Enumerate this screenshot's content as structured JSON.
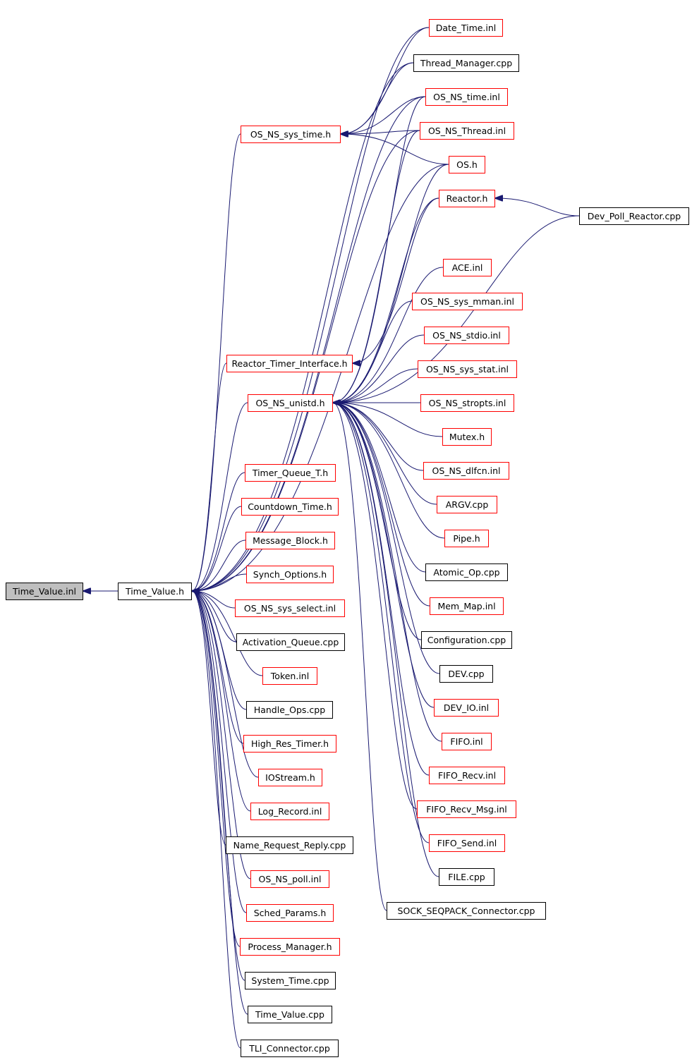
{
  "colors": {
    "edge": "#191970",
    "border_red": "#ff0000",
    "border_black": "#000000",
    "root_fill": "#bfbfbf",
    "node_fill": "#ffffff"
  },
  "root": {
    "id": "time_value_inl",
    "label": "Time_Value.inl"
  },
  "nodes": [
    {
      "id": "time_value_inl",
      "label": "Time_Value.inl",
      "style": "root"
    },
    {
      "id": "time_value_h",
      "label": "Time_Value.h",
      "style": "black"
    },
    {
      "id": "date_time_inl",
      "label": "Date_Time.inl",
      "style": "red"
    },
    {
      "id": "thread_manager_cpp",
      "label": "Thread_Manager.cpp",
      "style": "black"
    },
    {
      "id": "os_ns_time_inl",
      "label": "OS_NS_time.inl",
      "style": "red"
    },
    {
      "id": "os_ns_thread_inl",
      "label": "OS_NS_Thread.inl",
      "style": "red"
    },
    {
      "id": "os_h",
      "label": "OS.h",
      "style": "red"
    },
    {
      "id": "reactor_h",
      "label": "Reactor.h",
      "style": "red"
    },
    {
      "id": "dev_poll_reactor_cpp",
      "label": "Dev_Poll_Reactor.cpp",
      "style": "black"
    },
    {
      "id": "ace_inl",
      "label": "ACE.inl",
      "style": "red"
    },
    {
      "id": "os_ns_sys_mman_inl",
      "label": "OS_NS_sys_mman.inl",
      "style": "red"
    },
    {
      "id": "os_ns_stdio_inl",
      "label": "OS_NS_stdio.inl",
      "style": "red"
    },
    {
      "id": "os_ns_sys_stat_inl",
      "label": "OS_NS_sys_stat.inl",
      "style": "red"
    },
    {
      "id": "os_ns_stropts_inl",
      "label": "OS_NS_stropts.inl",
      "style": "red"
    },
    {
      "id": "mutex_h",
      "label": "Mutex.h",
      "style": "red"
    },
    {
      "id": "os_ns_dlfcn_inl",
      "label": "OS_NS_dlfcn.inl",
      "style": "red"
    },
    {
      "id": "argv_cpp",
      "label": "ARGV.cpp",
      "style": "red"
    },
    {
      "id": "pipe_h",
      "label": "Pipe.h",
      "style": "red"
    },
    {
      "id": "atomic_op_cpp",
      "label": "Atomic_Op.cpp",
      "style": "black"
    },
    {
      "id": "mem_map_inl",
      "label": "Mem_Map.inl",
      "style": "red"
    },
    {
      "id": "configuration_cpp",
      "label": "Configuration.cpp",
      "style": "black"
    },
    {
      "id": "dev_cpp",
      "label": "DEV.cpp",
      "style": "black"
    },
    {
      "id": "dev_io_inl",
      "label": "DEV_IO.inl",
      "style": "red"
    },
    {
      "id": "fifo_inl",
      "label": "FIFO.inl",
      "style": "red"
    },
    {
      "id": "fifo_recv_inl",
      "label": "FIFO_Recv.inl",
      "style": "red"
    },
    {
      "id": "fifo_recv_msg_inl",
      "label": "FIFO_Recv_Msg.inl",
      "style": "red"
    },
    {
      "id": "fifo_send_inl",
      "label": "FIFO_Send.inl",
      "style": "red"
    },
    {
      "id": "file_cpp",
      "label": "FILE.cpp",
      "style": "black"
    },
    {
      "id": "sock_seqpack_connector_cpp",
      "label": "SOCK_SEQPACK_Connector.cpp",
      "style": "black"
    },
    {
      "id": "os_ns_sys_time_h",
      "label": "OS_NS_sys_time.h",
      "style": "red"
    },
    {
      "id": "reactor_timer_interface_h",
      "label": "Reactor_Timer_Interface.h",
      "style": "red"
    },
    {
      "id": "os_ns_unistd_h",
      "label": "OS_NS_unistd.h",
      "style": "red"
    },
    {
      "id": "timer_queue_t_h",
      "label": "Timer_Queue_T.h",
      "style": "red"
    },
    {
      "id": "countdown_time_h",
      "label": "Countdown_Time.h",
      "style": "red"
    },
    {
      "id": "message_block_h",
      "label": "Message_Block.h",
      "style": "red"
    },
    {
      "id": "synch_options_h",
      "label": "Synch_Options.h",
      "style": "red"
    },
    {
      "id": "os_ns_sys_select_inl",
      "label": "OS_NS_sys_select.inl",
      "style": "red"
    },
    {
      "id": "activation_queue_cpp",
      "label": "Activation_Queue.cpp",
      "style": "black"
    },
    {
      "id": "token_inl",
      "label": "Token.inl",
      "style": "red"
    },
    {
      "id": "handle_ops_cpp",
      "label": "Handle_Ops.cpp",
      "style": "black"
    },
    {
      "id": "high_res_timer_h",
      "label": "High_Res_Timer.h",
      "style": "red"
    },
    {
      "id": "iostream_h",
      "label": "IOStream.h",
      "style": "red"
    },
    {
      "id": "log_record_inl",
      "label": "Log_Record.inl",
      "style": "red"
    },
    {
      "id": "name_request_reply_cpp",
      "label": "Name_Request_Reply.cpp",
      "style": "black"
    },
    {
      "id": "os_ns_poll_inl",
      "label": "OS_NS_poll.inl",
      "style": "red"
    },
    {
      "id": "sched_params_h",
      "label": "Sched_Params.h",
      "style": "red"
    },
    {
      "id": "process_manager_h",
      "label": "Process_Manager.h",
      "style": "red"
    },
    {
      "id": "system_time_cpp",
      "label": "System_Time.cpp",
      "style": "black"
    },
    {
      "id": "time_value_cpp",
      "label": "Time_Value.cpp",
      "style": "black"
    },
    {
      "id": "tli_connector_cpp",
      "label": "TLI_Connector.cpp",
      "style": "black"
    }
  ],
  "edges": [
    {
      "from": "time_value_h",
      "to": "time_value_inl"
    },
    {
      "from": "date_time_inl",
      "to": "time_value_h"
    },
    {
      "from": "thread_manager_cpp",
      "to": "time_value_h"
    },
    {
      "from": "os_ns_time_inl",
      "to": "time_value_h"
    },
    {
      "from": "os_ns_thread_inl",
      "to": "time_value_h"
    },
    {
      "from": "os_h",
      "to": "time_value_h"
    },
    {
      "from": "os_ns_sys_time_h",
      "to": "time_value_h"
    },
    {
      "from": "reactor_timer_interface_h",
      "to": "time_value_h"
    },
    {
      "from": "os_ns_unistd_h",
      "to": "time_value_h"
    },
    {
      "from": "timer_queue_t_h",
      "to": "time_value_h"
    },
    {
      "from": "countdown_time_h",
      "to": "time_value_h"
    },
    {
      "from": "message_block_h",
      "to": "time_value_h"
    },
    {
      "from": "synch_options_h",
      "to": "time_value_h"
    },
    {
      "from": "os_ns_sys_select_inl",
      "to": "time_value_h"
    },
    {
      "from": "activation_queue_cpp",
      "to": "time_value_h"
    },
    {
      "from": "token_inl",
      "to": "time_value_h"
    },
    {
      "from": "handle_ops_cpp",
      "to": "time_value_h"
    },
    {
      "from": "high_res_timer_h",
      "to": "time_value_h"
    },
    {
      "from": "iostream_h",
      "to": "time_value_h"
    },
    {
      "from": "log_record_inl",
      "to": "time_value_h"
    },
    {
      "from": "name_request_reply_cpp",
      "to": "time_value_h"
    },
    {
      "from": "os_ns_poll_inl",
      "to": "time_value_h"
    },
    {
      "from": "sched_params_h",
      "to": "time_value_h"
    },
    {
      "from": "process_manager_h",
      "to": "time_value_h"
    },
    {
      "from": "system_time_cpp",
      "to": "time_value_h"
    },
    {
      "from": "time_value_cpp",
      "to": "time_value_h"
    },
    {
      "from": "tli_connector_cpp",
      "to": "time_value_h"
    },
    {
      "from": "date_time_inl",
      "to": "os_ns_sys_time_h"
    },
    {
      "from": "thread_manager_cpp",
      "to": "os_ns_sys_time_h"
    },
    {
      "from": "os_ns_time_inl",
      "to": "os_ns_sys_time_h"
    },
    {
      "from": "os_ns_thread_inl",
      "to": "os_ns_sys_time_h"
    },
    {
      "from": "os_h",
      "to": "os_ns_sys_time_h"
    },
    {
      "from": "reactor_h",
      "to": "reactor_timer_interface_h"
    },
    {
      "from": "dev_poll_reactor_cpp",
      "to": "reactor_h"
    },
    {
      "from": "os_ns_time_inl",
      "to": "os_ns_unistd_h"
    },
    {
      "from": "os_ns_thread_inl",
      "to": "os_ns_unistd_h"
    },
    {
      "from": "os_h",
      "to": "os_ns_unistd_h"
    },
    {
      "from": "reactor_h",
      "to": "os_ns_unistd_h"
    },
    {
      "from": "dev_poll_reactor_cpp",
      "to": "os_ns_unistd_h"
    },
    {
      "from": "ace_inl",
      "to": "os_ns_unistd_h"
    },
    {
      "from": "os_ns_sys_mman_inl",
      "to": "os_ns_unistd_h"
    },
    {
      "from": "os_ns_stdio_inl",
      "to": "os_ns_unistd_h"
    },
    {
      "from": "os_ns_sys_stat_inl",
      "to": "os_ns_unistd_h"
    },
    {
      "from": "os_ns_stropts_inl",
      "to": "os_ns_unistd_h"
    },
    {
      "from": "mutex_h",
      "to": "os_ns_unistd_h"
    },
    {
      "from": "os_ns_dlfcn_inl",
      "to": "os_ns_unistd_h"
    },
    {
      "from": "argv_cpp",
      "to": "os_ns_unistd_h"
    },
    {
      "from": "pipe_h",
      "to": "os_ns_unistd_h"
    },
    {
      "from": "atomic_op_cpp",
      "to": "os_ns_unistd_h"
    },
    {
      "from": "mem_map_inl",
      "to": "os_ns_unistd_h"
    },
    {
      "from": "configuration_cpp",
      "to": "os_ns_unistd_h"
    },
    {
      "from": "dev_cpp",
      "to": "os_ns_unistd_h"
    },
    {
      "from": "dev_io_inl",
      "to": "os_ns_unistd_h"
    },
    {
      "from": "fifo_inl",
      "to": "os_ns_unistd_h"
    },
    {
      "from": "fifo_recv_inl",
      "to": "os_ns_unistd_h"
    },
    {
      "from": "fifo_recv_msg_inl",
      "to": "os_ns_unistd_h"
    },
    {
      "from": "fifo_send_inl",
      "to": "os_ns_unistd_h"
    },
    {
      "from": "file_cpp",
      "to": "os_ns_unistd_h"
    },
    {
      "from": "sock_seqpack_connector_cpp",
      "to": "os_ns_unistd_h"
    }
  ]
}
